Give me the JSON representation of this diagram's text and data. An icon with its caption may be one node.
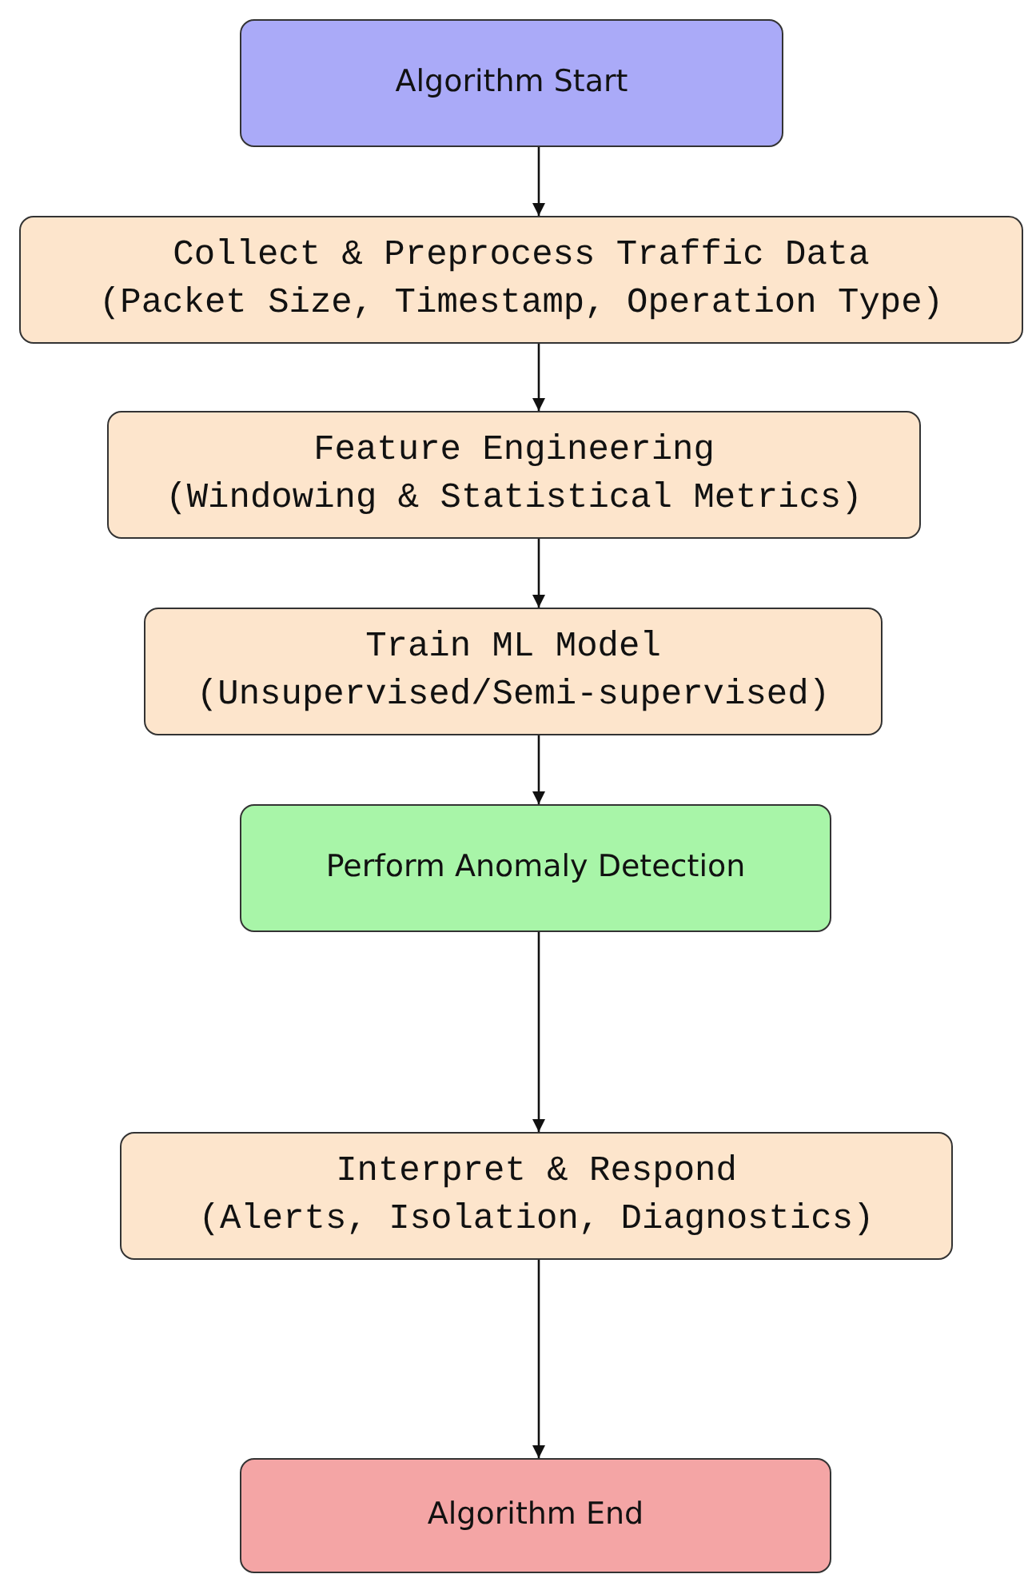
{
  "diagram": {
    "nodes": [
      {
        "text": [
          "Algorithm Start"
        ]
      },
      {
        "text": [
          "Collect & Preprocess Traffic Data",
          "(Packet Size, Timestamp, Operation Type)"
        ]
      },
      {
        "text": [
          "Feature Engineering",
          "(Windowing & Statistical Metrics)"
        ]
      },
      {
        "text": [
          "Train ML Model",
          "(Unsupervised/Semi-supervised)"
        ]
      },
      {
        "text": [
          "Perform Anomaly Detection"
        ]
      },
      {
        "text": [
          "Interpret & Respond",
          "(Alerts, Isolation, Diagnostics)"
        ]
      },
      {
        "text": [
          "Algorithm End"
        ]
      }
    ],
    "edges": [
      {
        "from": 0,
        "to": 1,
        "arrow": "to"
      },
      {
        "from": 1,
        "to": 2,
        "arrow": "to"
      },
      {
        "from": 2,
        "to": 3,
        "arrow": "to"
      },
      {
        "from": 3,
        "to": 4,
        "arrow": "to"
      },
      {
        "from": 4,
        "to": 5,
        "arrow": "to"
      },
      {
        "from": 5,
        "to": 6,
        "arrow": "to"
      }
    ]
  }
}
